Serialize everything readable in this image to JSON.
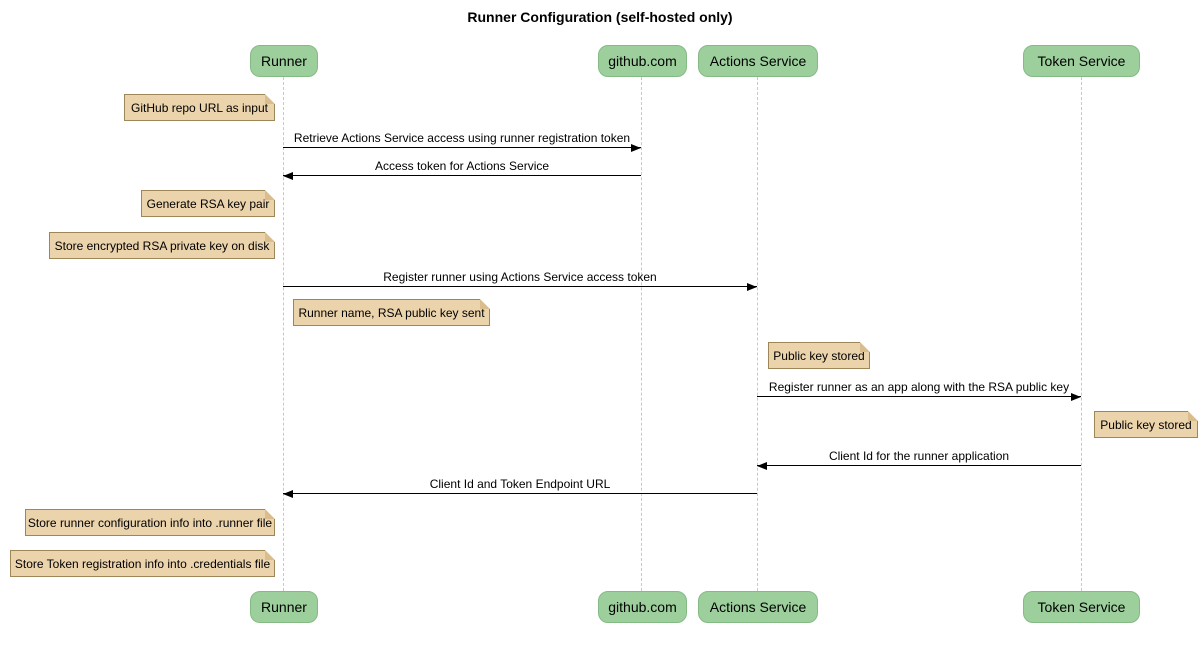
{
  "title": "Runner Configuration (self-hosted only)",
  "diagram_type": "sequence",
  "colors": {
    "participant_fill": "#9dcf9d",
    "participant_border": "#84ba84",
    "note_fill": "#ebd3ac",
    "note_border": "#9d8658",
    "lifeline": "#c8c8c8",
    "arrow": "#000000",
    "background": "#ffffff"
  },
  "participants": [
    {
      "id": "runner",
      "name": "Runner"
    },
    {
      "id": "github",
      "name": "github.com"
    },
    {
      "id": "actions-service",
      "name": "Actions Service"
    },
    {
      "id": "token-service",
      "name": "Token Service"
    }
  ],
  "messages": [
    {
      "from": "Runner",
      "to": "github.com",
      "label": "Retrieve Actions Service access using runner registration token"
    },
    {
      "from": "github.com",
      "to": "Runner",
      "label": "Access token for Actions Service"
    },
    {
      "from": "Runner",
      "to": "Actions Service",
      "label": "Register runner using Actions Service access token"
    },
    {
      "from": "Actions Service",
      "to": "Token Service",
      "label": "Register runner as an app along with the RSA public key"
    },
    {
      "from": "Token Service",
      "to": "Actions Service",
      "label": "Client Id for the runner application"
    },
    {
      "from": "Actions Service",
      "to": "Runner",
      "label": "Client Id and Token Endpoint URL"
    }
  ],
  "notes": [
    {
      "anchor": "Runner",
      "side": "left",
      "text": "GitHub repo URL as input"
    },
    {
      "anchor": "Runner",
      "side": "left",
      "text": "Generate RSA key pair"
    },
    {
      "anchor": "Runner",
      "side": "left",
      "text": "Store encrypted RSA private key on disk"
    },
    {
      "anchor": "Runner",
      "side": "right",
      "text": "Runner name, RSA public key sent"
    },
    {
      "anchor": "Actions Service",
      "side": "right",
      "text": "Public key stored"
    },
    {
      "anchor": "Token Service",
      "side": "right",
      "text": "Public key stored"
    },
    {
      "anchor": "Runner",
      "side": "left",
      "text": "Store runner configuration info into .runner file"
    },
    {
      "anchor": "Runner",
      "side": "left",
      "text": "Store Token registration info into .credentials file"
    }
  ]
}
